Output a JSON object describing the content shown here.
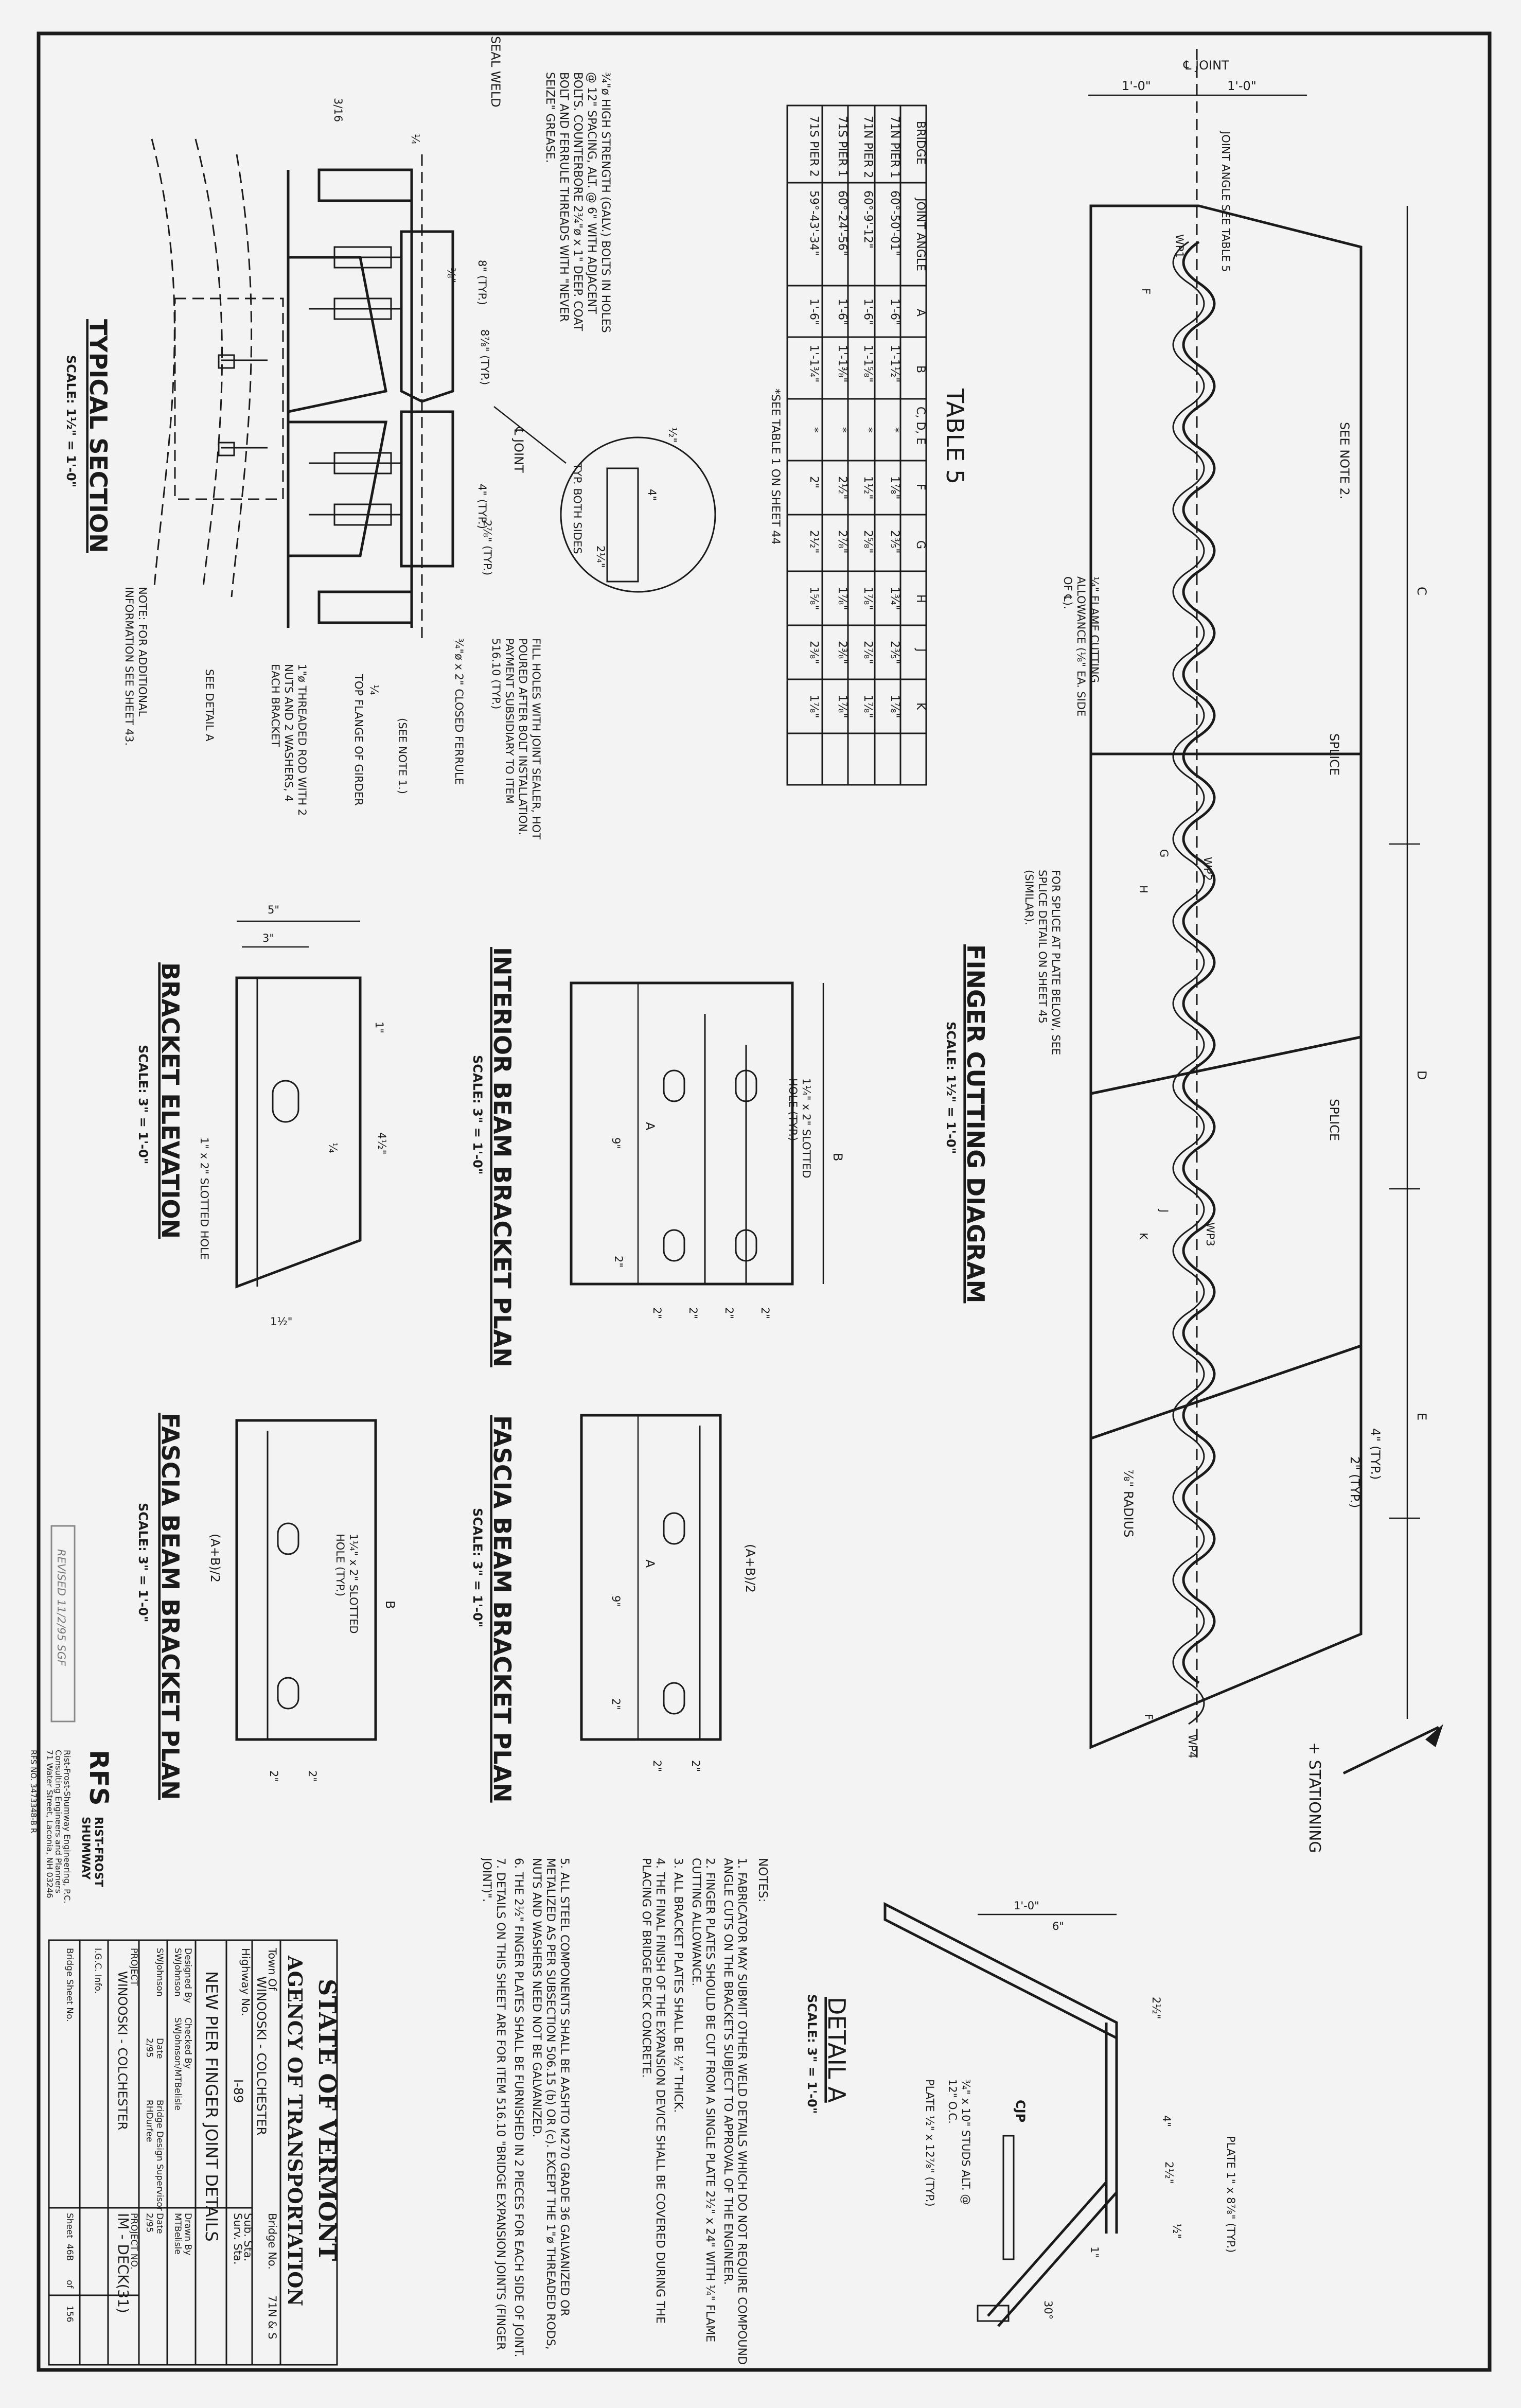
{
  "finger_diagram": {
    "title": "FINGER CUTTING DIAGRAM",
    "scale": "SCALE: 1½\" = 1'-0\"",
    "joint": "℄ JOINT",
    "dim_1ft_a": "1'-0\"",
    "dim_1ft_b": "1'-0\"",
    "joint_angle_note": "JOINT ANGLE SEE TABLE 5",
    "see_note_2": "SEE NOTE 2.",
    "splice_1": "SPLICE",
    "splice_2": "SPLICE",
    "splice_note": "FOR SPLICE AT PLATE BELOW, SEE SPLICE DETAIL ON SHEET 45 (SIMILAR).",
    "flame_note": "¼\" FLAME CUTTING ALLOWANCE (⅛\" EA. SIDE OF ℄).",
    "radius": "⅞\" RADIUS",
    "stationing": "+ STATIONING",
    "dims": [
      "C",
      "D",
      "E",
      "F",
      "F",
      "G",
      "H",
      "J",
      "K"
    ],
    "wp": [
      "WP1",
      "WP2",
      "WP3",
      "WP4"
    ],
    "typ_4": "4\" (TYP.)",
    "typ_2": "2\" (TYP.)"
  },
  "table5": {
    "title": "TABLE 5",
    "headers": [
      "BRIDGE",
      "JOINT ANGLE",
      "A",
      "B",
      "C, D, E",
      "F",
      "G",
      "H",
      "J",
      "K"
    ],
    "rows": [
      [
        "71N PIER 1",
        "60°-50'-01\"",
        "1'-6\"",
        "1'-1½\"",
        "*",
        "1⅞\"",
        "2⅗\"",
        "1¾\"",
        "2⅗\"",
        "1⅞\""
      ],
      [
        "71N PIER 2",
        "60°-9'-12\"",
        "1'-6\"",
        "1'-1⅝\"",
        "*",
        "1½\"",
        "2⅝\"",
        "1⅞\"",
        "2⅞\"",
        "1⅞\""
      ],
      [
        "71S PIER 1",
        "60°-24'-56\"",
        "1'-6\"",
        "1'-1⅜\"",
        "*",
        "2½\"",
        "2⅞\"",
        "1⅞\"",
        "2⅜\"",
        "1⅞\""
      ],
      [
        "71S PIER 2",
        "59°-43'-34\"",
        "1'-6\"",
        "1'-1¾\"",
        "*",
        "2\"",
        "2½\"",
        "1⅝\"",
        "2⅜\"",
        "1⅞\""
      ]
    ],
    "footnote": "*SEE TABLE 1 ON SHEET 44"
  },
  "typical_section": {
    "title": "TYPICAL SECTION",
    "scale": "SCALE: 1½\" = 1'-0\"",
    "bolts_note": "¾\"ø HIGH STRENGTH (GALV.) BOLTS IN HOLES @ 12\" SPACING, ALT. @ 6\" WITH ADJACENT BOLTS. COUNTERBORE 2¾\"ø x 1\" DEEP. COAT BOLT AND FERRULE THREADS WITH \"NEVER SEIZE\" GREASE.",
    "seal_weld": "SEAL WELD",
    "weld_size": "¼",
    "weld_size_2": "¼",
    "weld_316": "3/16",
    "joint": "℄ JOINT",
    "fill_note": "FILL HOLES WITH JOINT SEALER, HOT POURED AFTER BOLT INSTALLATION. PAYMENT SUBSIDIARY TO ITEM 516.10 (TYP.)",
    "ferrule": "¾\"ø x 2\" CLOSED FERRULE",
    "see_note_1": "(SEE NOTE 1.)",
    "top_flange": "TOP FLANGE OF GIRDER",
    "rod_note": "1\"ø THREADED ROD WITH 2 NUTS AND 2 WASHERS, 4 EACH BRACKET",
    "see_detail_a": "SEE DETAIL A",
    "note": "NOTE: FOR ADDITIONAL INFORMATION SEE SHEET 43.",
    "typ_both": "TYP. BOTH SIDES",
    "dims": [
      "8\" (TYP.)",
      "8⅞\" (TYP.)",
      "4\" (TYP.)",
      "2⅞\" (TYP.)",
      "⅜\"",
      "½\"",
      "4\"",
      "2¼\""
    ]
  },
  "interior_plan": {
    "title": "INTERIOR BEAM BRACKET PLAN",
    "scale": "SCALE: 3\" = 1'-0\"",
    "slot": "1¼\" x 2\" SLOTTED HOLE (TYP.)",
    "dims": [
      "B",
      "A",
      "9\"",
      "2\"",
      "2\"",
      "2\"",
      "2\"",
      "2\""
    ]
  },
  "bracket_elevation": {
    "title": "BRACKET ELEVATION",
    "scale": "SCALE: 3\" = 1'-0\"",
    "slot": "1\" x 2\" SLOTTED HOLE",
    "dims": [
      "5\"",
      "3\"",
      "1\"",
      "4½\"",
      "¼",
      "1½\""
    ]
  },
  "fascia_plan_1": {
    "title": "FASCIA BEAM BRACKET PLAN",
    "scale": "SCALE: 3\" = 1'-0\"",
    "dims": [
      "(A+B)/2",
      "A",
      "9\"",
      "2\"",
      "2\"",
      "2\""
    ]
  },
  "fascia_plan_2": {
    "title": "FASCIA BEAM BRACKET PLAN",
    "scale": "SCALE: 3\" = 1'-0\"",
    "slot": "1¼\" x 2\" SLOTTED HOLE (TYP.)",
    "dims": [
      "B",
      "(A+B)/2",
      "2\"",
      "2\""
    ]
  },
  "detail_a": {
    "title": "DETAIL A",
    "scale": "SCALE: 3\" = 1'-0\"",
    "plate_top": "PLATE 1\" x 8⅞\" (TYP.)",
    "studs": "¾\" x 10\" STUDS ALT. @ 12\" O.C.",
    "plate_bot": "PLATE ½\" x 12⅞\" (TYP.)",
    "cjp": "CJP",
    "dims": [
      "1'-0\"",
      "6\"",
      "2½\"",
      "4\"",
      "2½\"",
      "½\"",
      "1\"",
      "30°"
    ]
  },
  "notes": {
    "heading": "NOTES:",
    "items": [
      "1. FABRICATOR MAY SUBMIT OTHER WELD DETAILS WHICH DO NOT REQUIRE COMPOUND ANGLE CUTS ON THE BRACKETS SUBJECT TO APPROVAL OF THE ENGINEER.",
      "2. FINGER PLATES SHOULD BE CUT FROM A SINGLE PLATE 2½\" x 24\" WITH ¼\" FLAME CUTTING ALLOWANCE.",
      "3. ALL BRACKET PLATES SHALL BE ½\" THICK.",
      "4. THE FINAL FINISH OF THE EXPANSION DEVICE SHALL BE COVERED DURING THE PLACING OF BRIDGE DECK CONCRETE.",
      "5. ALL STEEL COMPONENTS SHALL BE AASHTO M270 GRADE 36 GALVANIZED OR METALIZED AS PER SUBSECTION 506.15 (b) OR (c). EXCEPT THE 1\"ø THREADED RODS, NUTS AND WASHERS NEED NOT BE GALVANIZED.",
      "6. THE 2½\" FINGER PLATES SHALL BE FURNISHED IN 2 PIECES FOR EACH SIDE OF JOINT.",
      "7. DETAILS ON THIS SHEET ARE FOR ITEM 516.10 \"BRIDGE EXPANSION JOINTS (FINGER JOINT)\"."
    ]
  },
  "revised": "REVISED 11/2/95 SGF",
  "firm": {
    "logo": "RFS",
    "name_1": "RIST-FROST",
    "name_2": "SHUMWAY",
    "line_1": "Rist-Frost-Shumway Engineering, P.C.",
    "line_2": "Consulting Engineers and Planners",
    "line_3": "71 Water Street, Laconia, NH 03246",
    "file": "RFS NO. 3473348-B R"
  },
  "title_block": {
    "state": "STATE OF VERMONT",
    "agency": "AGENCY OF TRANSPORTATION",
    "town_label": "Town Of",
    "town": "WINOOSKI - COLCHESTER",
    "bridge_no_label": "Bridge No.",
    "bridge_no": "71N & S",
    "highway_label": "Highway No.",
    "highway": "I-89",
    "sub_sta_label": "Sub. Sta.",
    "surv_sta_label": "Surv. Sta.",
    "sheet_title": "NEW PIER FINGER JOINT DETAILS",
    "designed_label": "Designed By",
    "designed": "SWJohnson",
    "checked_label": "Checked By",
    "checked": "SWJohnson/MTBelisle",
    "drawn_label": "Drawn By",
    "drawn": "MTBelisle",
    "bds_label": "Bridge Design Supervisor",
    "checker": "SWJohnson",
    "date_label": "Date",
    "date_1": "2/95",
    "supervisor": "RHDurfee",
    "date_2": "2/95",
    "project_label": "PROJECT",
    "project": "WINOOSKI - COLCHESTER",
    "project_no_label": "PROJECT NO.",
    "project_no": "IM - DECK(31)",
    "igc_label": "I.G.C. Info.",
    "bridge_sheet_label": "Bridge Sheet No.",
    "sheet_label": "Sheet",
    "sheet_no": "46B",
    "of_label": "of",
    "sheet_total": "156"
  }
}
